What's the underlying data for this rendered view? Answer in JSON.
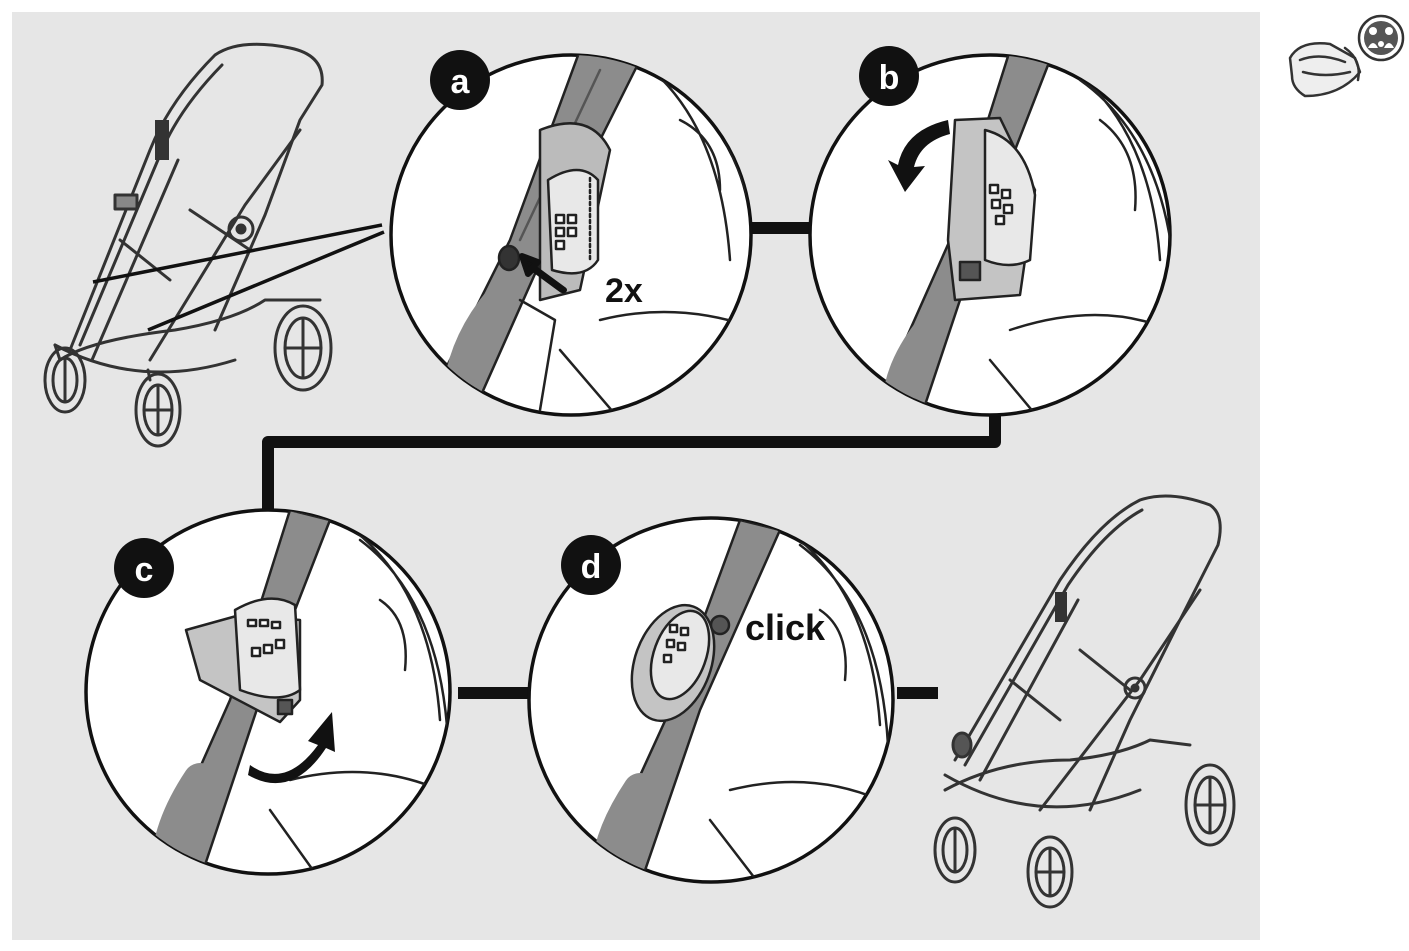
{
  "colors": {
    "panel_bg": "#e6e6e6",
    "page_bg": "#ffffff",
    "ink": "#1a1a1a",
    "tube_fill": "#8c8c8c",
    "badge_fill": "#111111",
    "badge_text": "#ffffff"
  },
  "steps": {
    "a": {
      "letter": "a",
      "caption": "2x"
    },
    "b": {
      "letter": "b"
    },
    "c": {
      "letter": "c"
    },
    "d": {
      "letter": "d",
      "caption": "click"
    }
  },
  "icons": {
    "corner": "car-seat-with-children-icon",
    "stroller_before": "stroller-frame-icon",
    "stroller_after": "stroller-frame-with-adapters-icon"
  }
}
